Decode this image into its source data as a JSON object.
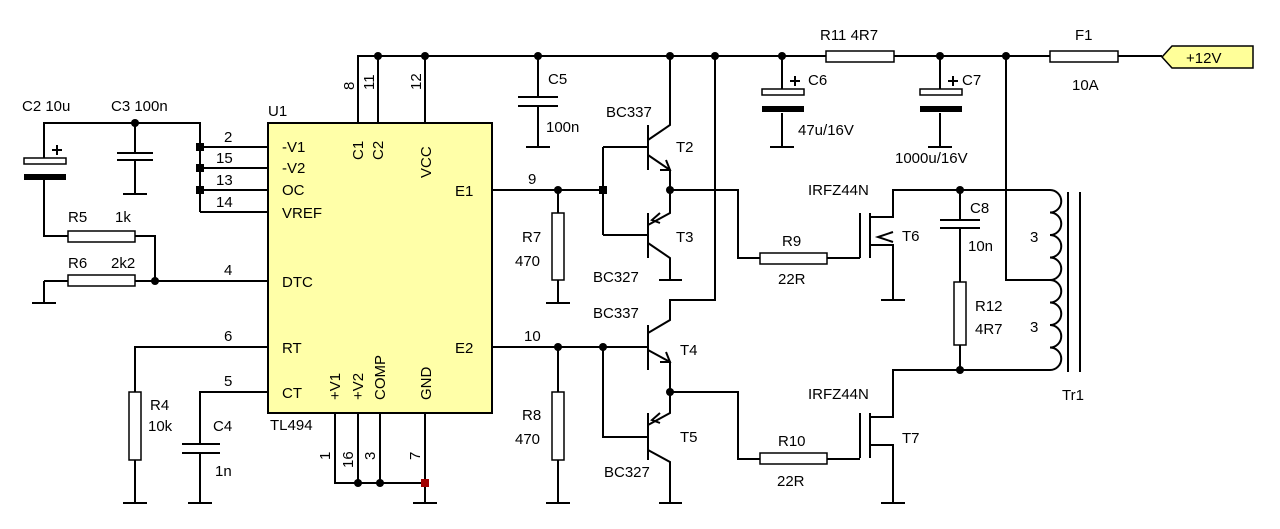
{
  "supply": {
    "label": "+12V",
    "fill": "#ffff99"
  },
  "U1": {
    "ref": "U1",
    "part": "TL494",
    "fill": "#ffffa8",
    "pins_left": [
      "-V1",
      "-V2",
      "OC",
      "VREF",
      "DTC",
      "RT",
      "CT"
    ],
    "pins_top": [
      "C1",
      "C2",
      "VCC"
    ],
    "pins_bottom": [
      "+V1",
      "+V2",
      "COMP",
      "GND"
    ],
    "pins_right": [
      "E1",
      "E2"
    ],
    "pin_numbers": {
      "n2": "2",
      "n15": "15",
      "n13": "13",
      "n14": "14",
      "n4": "4",
      "n6": "6",
      "n5": "5",
      "n8": "8",
      "n11": "11",
      "n12": "12",
      "n1": "1",
      "n16": "16",
      "n3": "3",
      "n7": "7",
      "n9": "9",
      "n10": "10"
    }
  },
  "components": {
    "C2": "C2 10u",
    "C3": "C3 100n",
    "R5": "R5",
    "R5v": "1k",
    "R6": "R6",
    "R6v": "2k2",
    "R4": "R4",
    "R4v": "10k",
    "C4": "C4",
    "C4v": "1n",
    "C5": "C5",
    "C5v": "100n",
    "R7": "R7",
    "R7v": "470",
    "R8": "R8",
    "R8v": "470",
    "T2": "T2",
    "T3": "T3",
    "T4": "T4",
    "T5": "T5",
    "T2p": "BC337",
    "T3p": "BC327",
    "T4p": "BC337",
    "T5p": "BC327",
    "R9": "R9",
    "R9v": "22R",
    "R10": "R10",
    "R10v": "22R",
    "T6": "T6",
    "T7": "T7",
    "T6p": "IRFZ44N",
    "T7p": "IRFZ44N",
    "R11": "R11  4R7",
    "C6": "C6",
    "C6v": "47u/16V",
    "C7": "C7",
    "C7v": "1000u/16V",
    "C8": "C8",
    "C8v": "10n",
    "R12": "R12",
    "R12v": "4R7",
    "F1": "F1",
    "F1v": "10A",
    "Tr1": "Tr1",
    "w1": "3",
    "w2": "3"
  }
}
